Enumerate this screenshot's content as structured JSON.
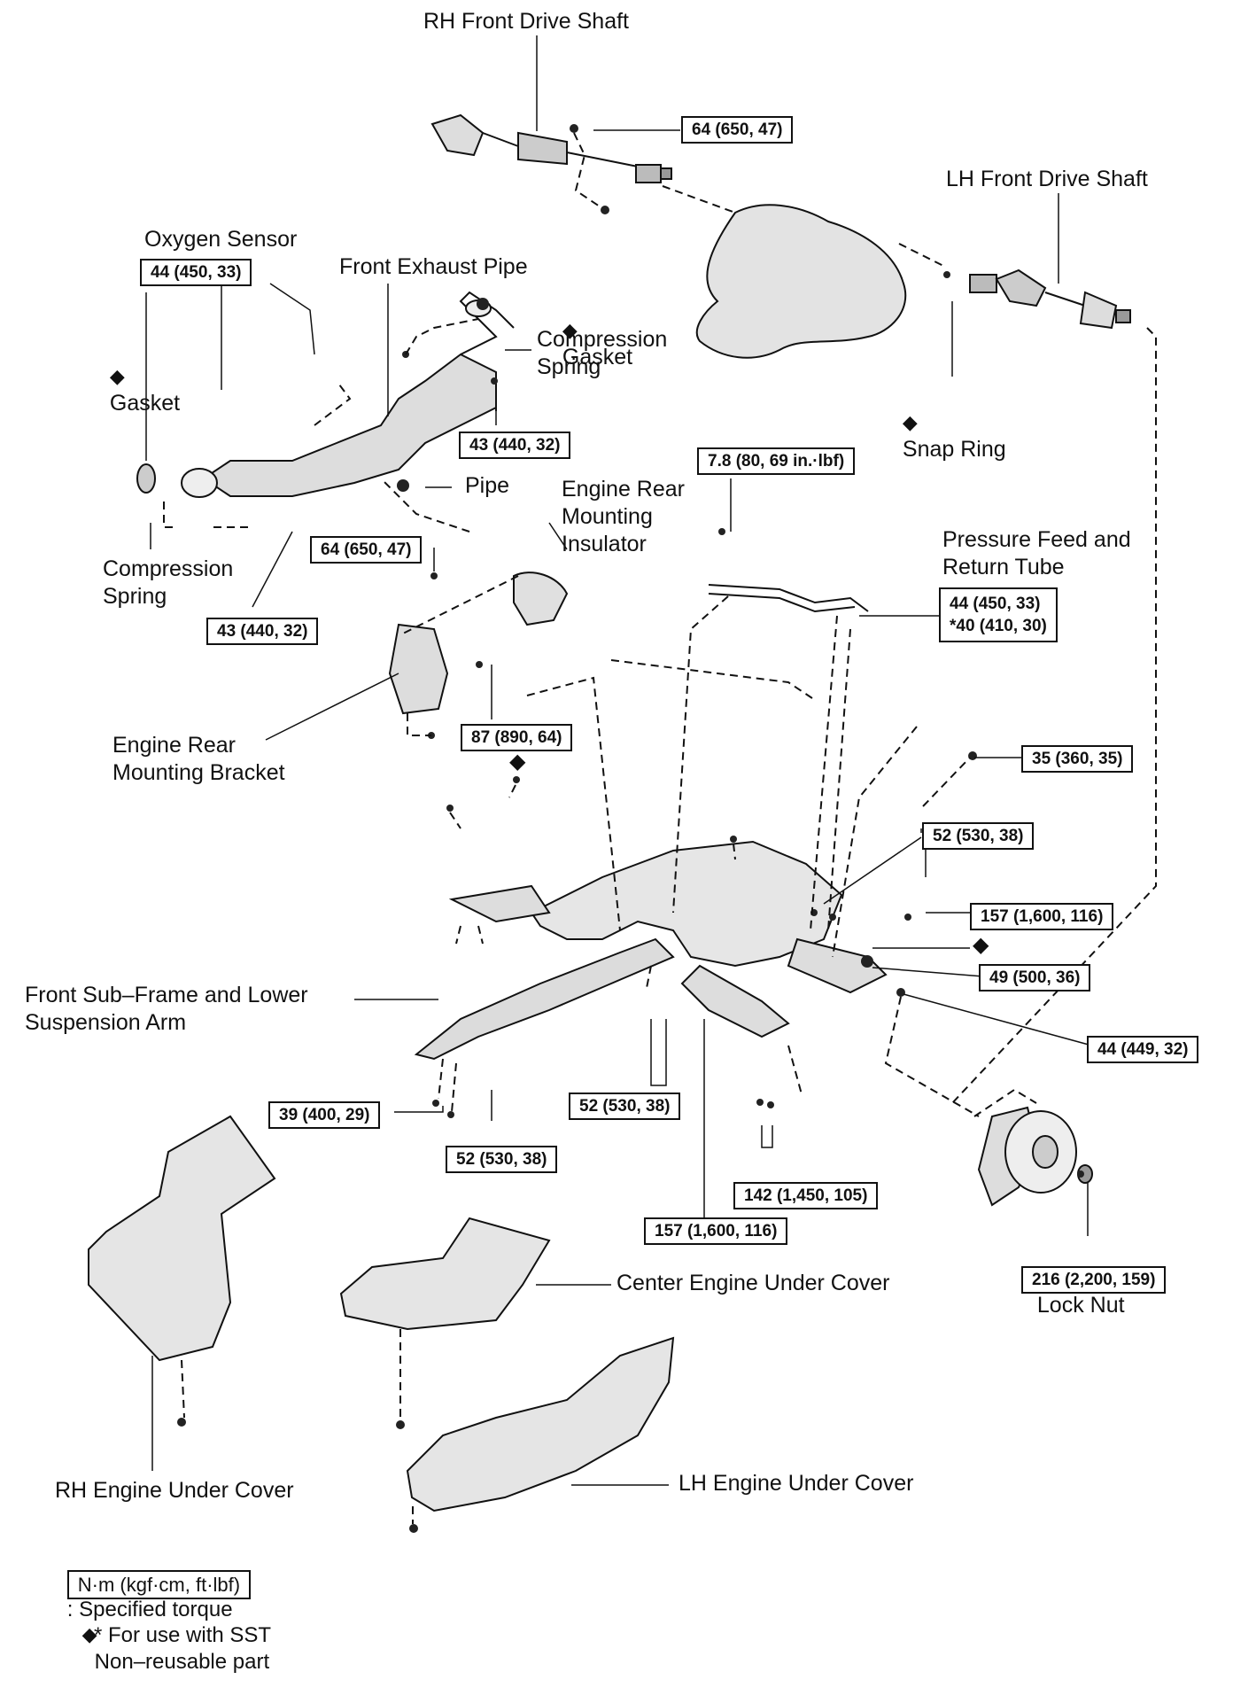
{
  "labels": {
    "rh_front_drive_shaft": "RH Front Drive Shaft",
    "lh_front_drive_shaft": "LH Front Drive Shaft",
    "oxygen_sensor": "Oxygen Sensor",
    "front_exhaust_pipe": "Front Exhaust Pipe",
    "gasket_top": "Gasket",
    "gasket_left": "Gasket",
    "compression_spring_top": "Compression\nSpring",
    "compression_spring_bottom": "Compression\nSpring",
    "snap_ring": "Snap Ring",
    "pipe": "Pipe",
    "engine_rear_mounting_insulator": "Engine Rear\nMounting\nInsulator",
    "pressure_feed_return_tube": "Pressure Feed and\nReturn Tube",
    "engine_rear_mounting_bracket": "Engine Rear\nMounting Bracket",
    "front_sub_frame": "Front Sub–Frame and Lower\nSuspension Arm",
    "lock_nut": "Lock Nut",
    "center_engine_under_cover": "Center Engine Under Cover",
    "rh_engine_under_cover": "RH Engine Under Cover",
    "lh_engine_under_cover": "LH Engine Under Cover"
  },
  "torque": {
    "t_drive_shaft": "64 (650, 47)",
    "t_oxygen": "44 (450, 33)",
    "t_comp_top": "43 (440, 32)",
    "t_comp_bottom": "43 (440, 32)",
    "t_78": "7.8 (80, 69 in.·lbf)",
    "t_bracket_top": "64 (650, 47)",
    "t_pressure": "44 (450, 33)\n*40 (410, 30)",
    "t_87": "87 (890, 64)",
    "t_35": "35 (360, 35)",
    "t_52_right": "52 (530, 38)",
    "t_157_right": "157 (1,600, 116)",
    "t_49": "49 (500, 36)",
    "t_44_449": "44 (449, 32)",
    "t_39": "39 (400, 29)",
    "t_52_mid": "52 (530, 38)",
    "t_52_low": "52 (530, 38)",
    "t_142": "142 (1,450, 105)",
    "t_157_low": "157 (1,600, 116)",
    "t_216": "216 (2,200, 159)"
  },
  "legend": {
    "unit": "N·m (kgf·cm, ft·lbf)",
    "unit_desc": ": Specified torque",
    "nonreusable": "Non–reusable part",
    "sst": "* For use with SST"
  },
  "symbols": {
    "diamond": "◆"
  }
}
